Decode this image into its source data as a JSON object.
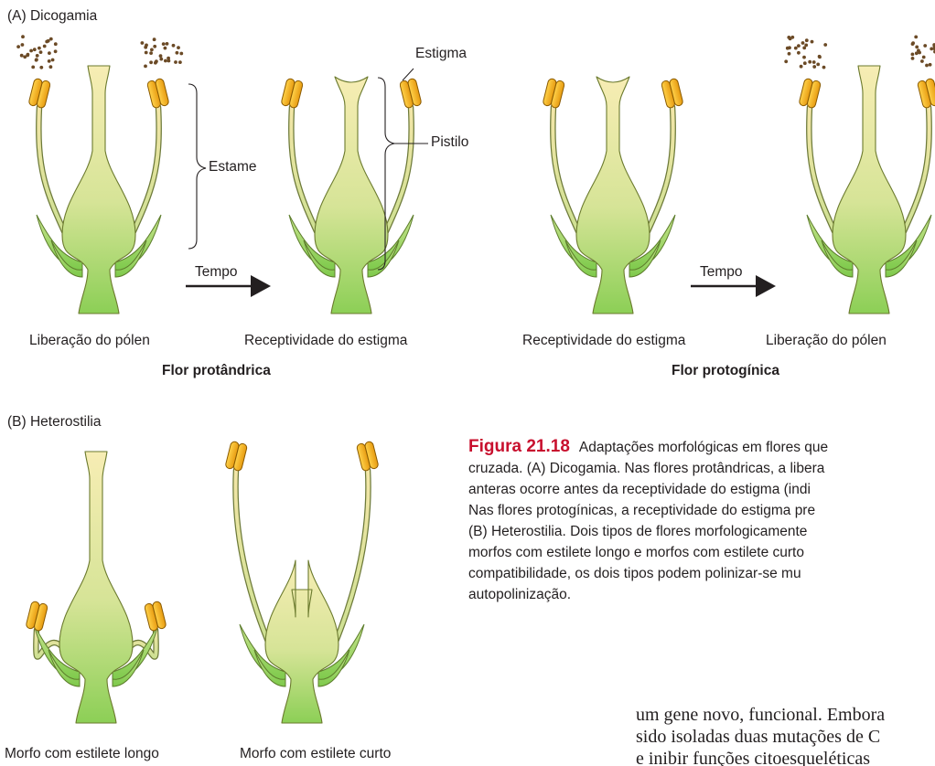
{
  "panel_a": {
    "heading": "(A)  Dicogamia",
    "labels": {
      "estigma": "Estigma",
      "pistilo": "Pistilo",
      "estame": "Estame",
      "tempo_1": "Tempo",
      "tempo_2": "Tempo"
    },
    "captions": {
      "flower1": "Liberação do pólen",
      "flower2": "Receptividade do estigma",
      "flower3": "Receptividade do estigma",
      "flower4": "Liberação do pólen"
    },
    "group_titles": {
      "protandrous": "Flor protândrica",
      "protogynous": "Flor protogínica"
    }
  },
  "panel_b": {
    "heading": "(B)  Heterostilia",
    "captions": {
      "long_style": "Morfo com estilete longo",
      "short_style": "Morfo com estilete curto"
    }
  },
  "figure_caption": {
    "number": "Figura 21.18",
    "lines": [
      "Adaptações morfológicas em flores que",
      "cruzada. (A) Dicogamia. Nas flores protândricas, a libera",
      "anteras ocorre antes da receptividade do estigma (indi",
      "Nas flores protogínicas, a receptividade do estigma pre",
      "(B) Heterostilia. Dois tipos de flores morfologicamente",
      "morfos com estilete longo e morfos com estilete curto",
      "compatibilidade, os dois tipos podem polinizar-se mu",
      "autopolinização."
    ]
  },
  "body_text": {
    "lines": [
      "um gene novo, funcional. Embora",
      "sido isoladas duas mutações de C",
      "e inibir funções citoesqueléticas"
    ]
  },
  "colors": {
    "anther": "#f2b21c",
    "anther_stroke": "#8a5a00",
    "ovary_top": "#f7ecb0",
    "ovary_bottom": "#a9d86a",
    "pollen": "#6b4a26",
    "caption_accent": "#c8102e"
  }
}
